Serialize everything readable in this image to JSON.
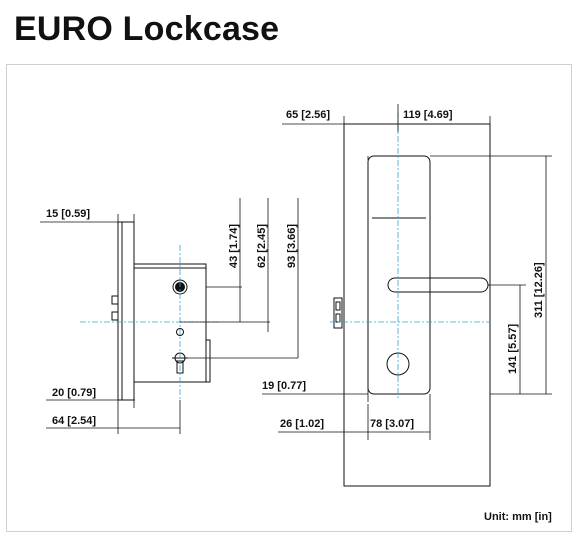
{
  "title": "EURO Lockcase",
  "unit_note": "Unit: mm [in]",
  "dimensions": {
    "backset_side": "15 [0.59]",
    "hole_43": "43 [1.74]",
    "hole_62": "62 [2.45]",
    "hole_93": "93 [3.66]",
    "case_depth_20": "20 [0.79]",
    "case_depth_64": "64 [2.54]",
    "front_65": "65 [2.56]",
    "front_119": "119 [4.69]",
    "height_311": "311 [12.26]",
    "handle_141": "141 [5.57]",
    "front_19": "19 [0.77]",
    "front_26": "26 [1.02]",
    "front_78": "78 [3.07]"
  },
  "colors": {
    "line": "#111111",
    "centerline": "#2aa7d6",
    "frame": "#cfcfcf"
  }
}
